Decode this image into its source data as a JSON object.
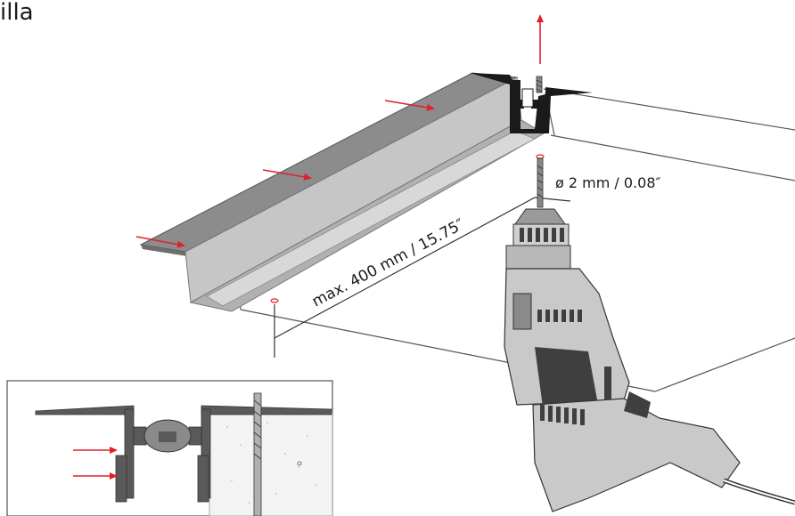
{
  "header": {
    "title_fragment": "illa"
  },
  "labels": {
    "max_distance": "max. 400 mm / 15.75″",
    "drill_diameter": "ø 2 mm / 0.08″"
  },
  "colors": {
    "arrow": "#e0202a",
    "profile_top": "#8c8c8c",
    "profile_face": "#c6c6c6",
    "profile_dark": "#1a1a1a",
    "drill_body": "#c9c9c9",
    "drill_dark": "#3f3f3f",
    "inset_gray": "#5a5a5a",
    "outline": "#4a4a4a"
  },
  "icons": {
    "drill": "power-drill-icon",
    "arrow": "direction-arrow-icon",
    "bit": "drill-bit-icon"
  }
}
